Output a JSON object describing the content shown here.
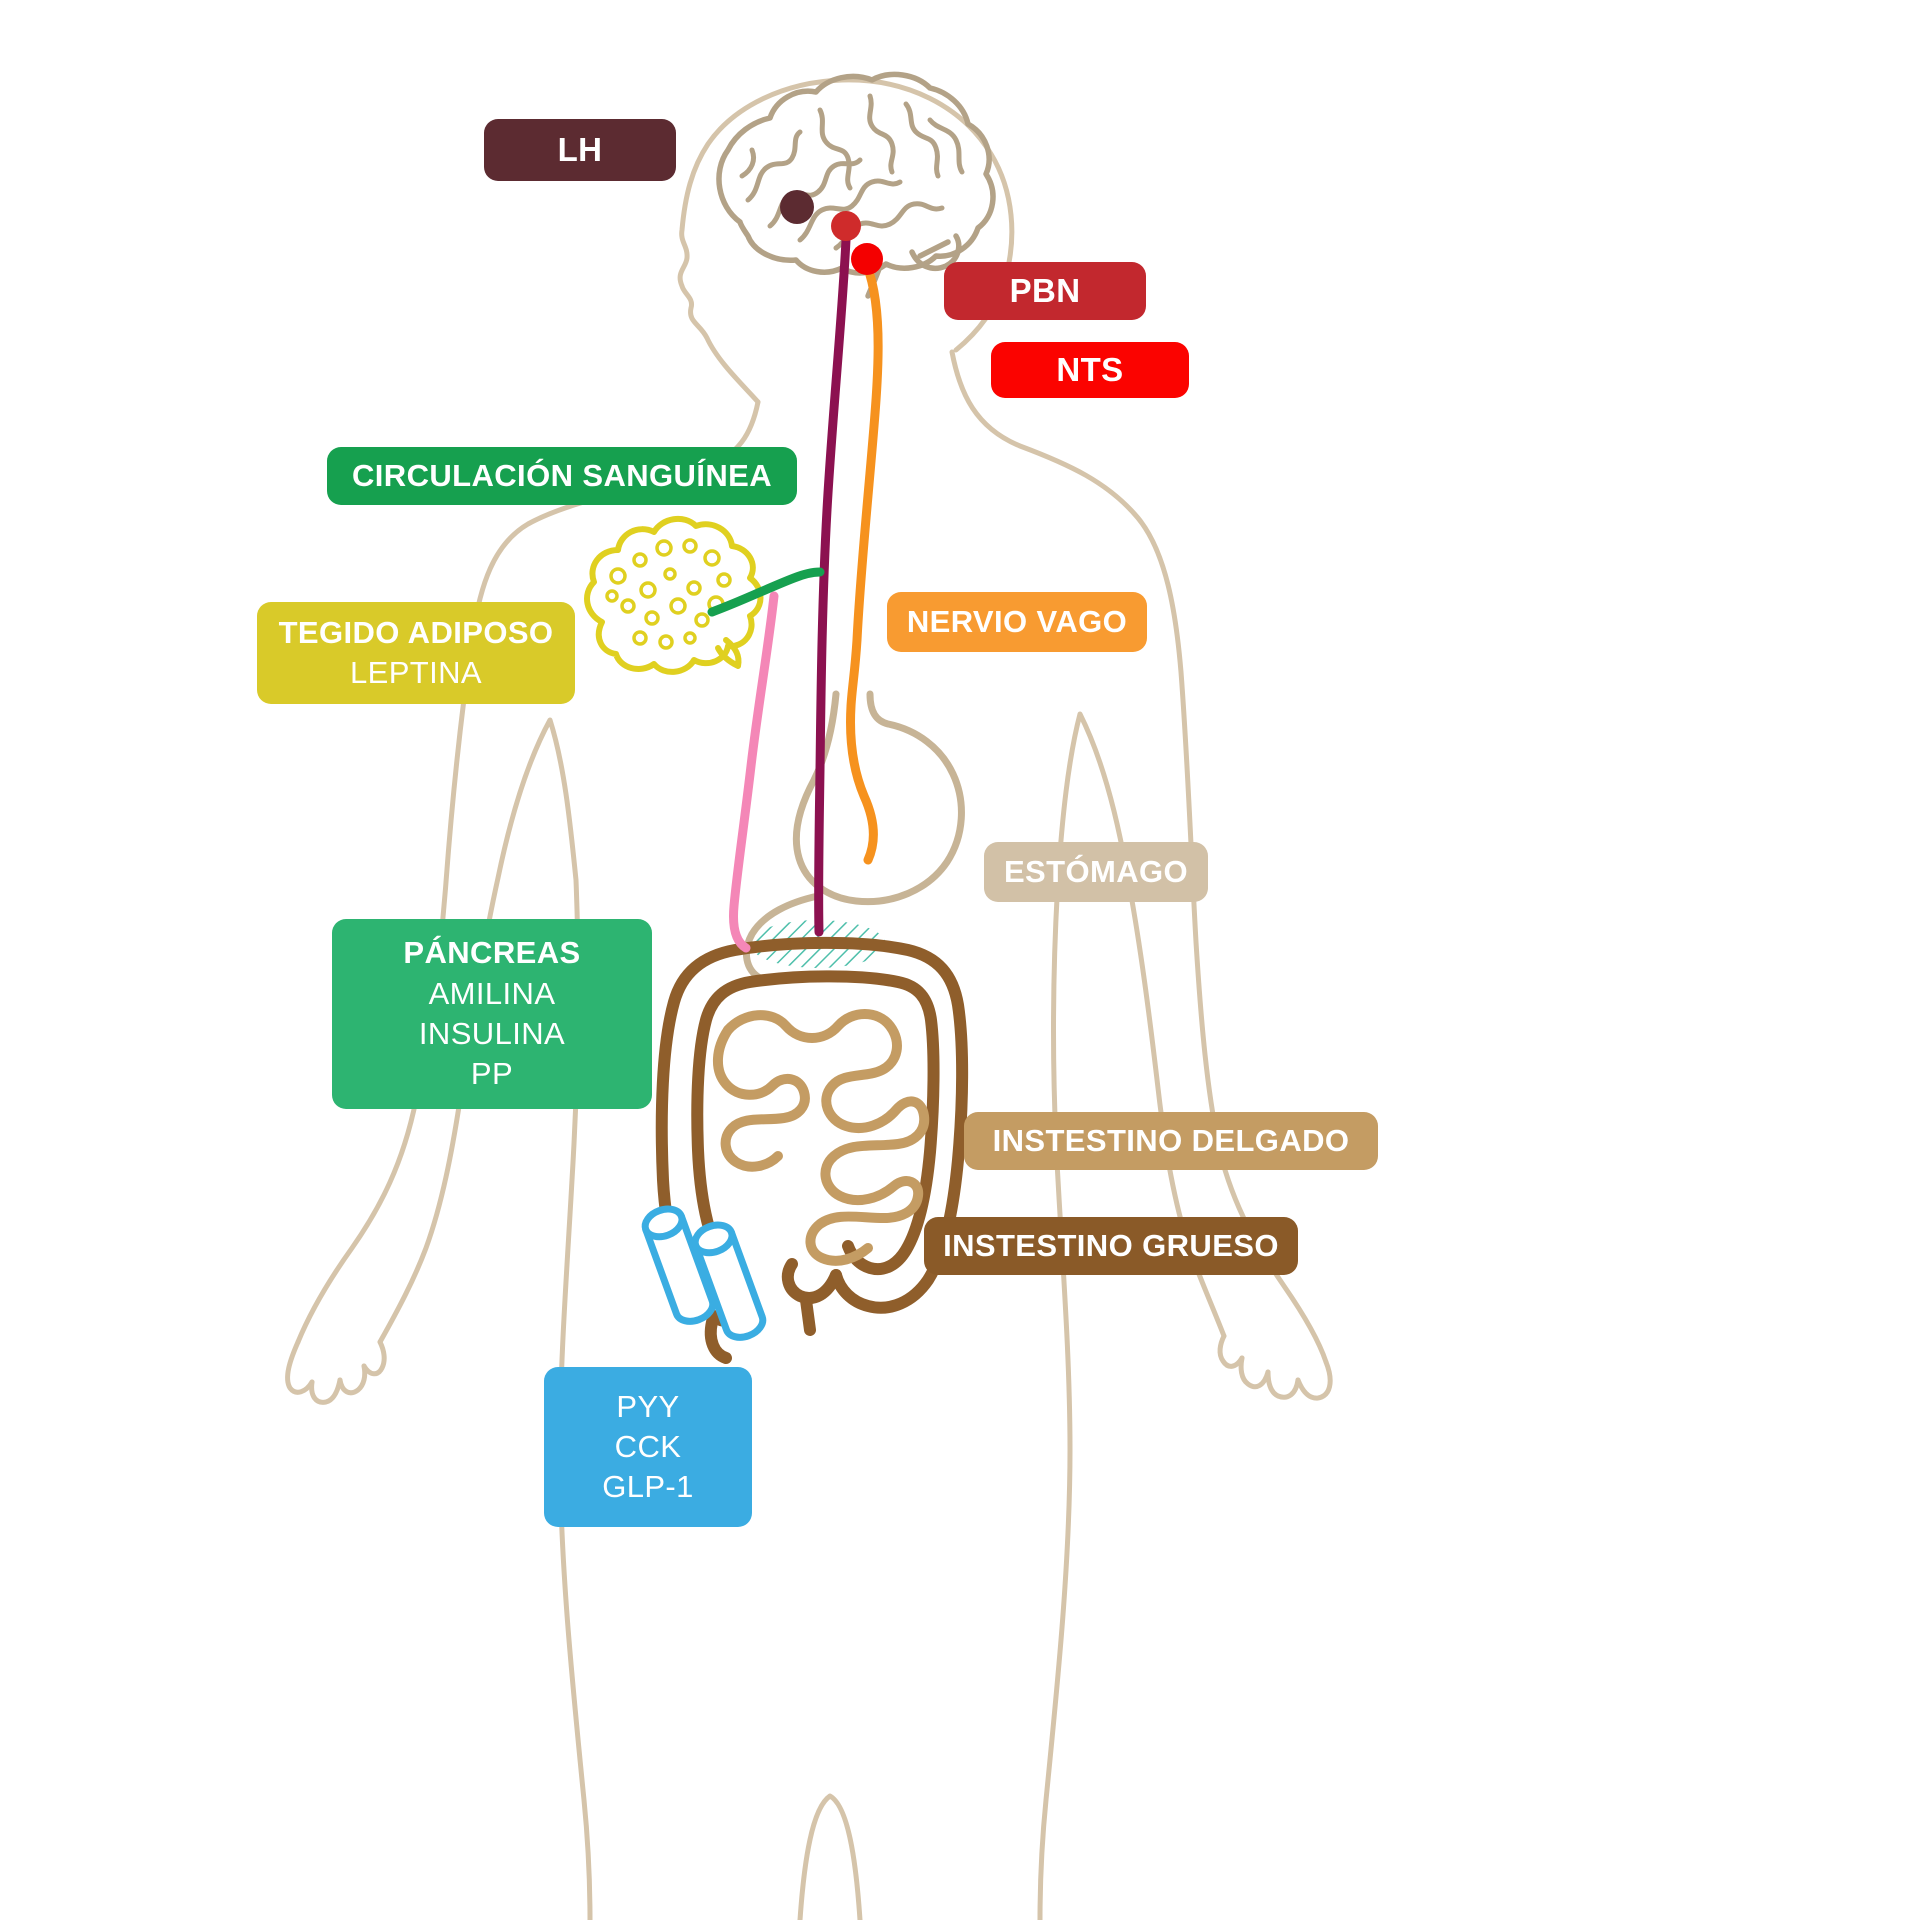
{
  "diagram": {
    "labels": {
      "lh": {
        "text": "LH",
        "bg": "#5c2b31"
      },
      "pbn": {
        "text": "PBN",
        "bg": "#c2282e"
      },
      "nts": {
        "text": "NTS",
        "bg": "#fb0300"
      },
      "circulacion_sanguinea": {
        "text": "CIRCULACIÓN SANGUÍNEA",
        "bg": "#16a04f"
      },
      "tegido_adiposo": {
        "title": "TEGIDO ADIPOSO",
        "subtitle": "LEPTINA",
        "bg": "#d9ca29"
      },
      "nervio_vago": {
        "text": "NERVIO VAGO",
        "bg": "#f89b31"
      },
      "estomago": {
        "text": "ESTÓMAGO",
        "bg": "#d2c1a7"
      },
      "pancreas": {
        "title": "PÁNCREAS",
        "items": [
          "AMILINA",
          "INSULINA",
          "PP"
        ],
        "bg": "#2db471"
      },
      "intestino_delgado": {
        "text": "INSTESTINO DELGADO",
        "bg": "#c49c63"
      },
      "intestino_grueso": {
        "text": "INSTESTINO GRUESO",
        "bg": "#8a5a28"
      },
      "hormonas_intestinales": {
        "items": [
          "PYY",
          "CCK",
          "GLP-1"
        ],
        "bg": "#3bace2"
      }
    },
    "brain_nuclei": {
      "lh_dot": "#5c2b31",
      "pbn_dot": "#cf2b2b",
      "nts_dot": "#f40000"
    },
    "pathways": {
      "nervio_vago_line": "#f6921e",
      "pbn_gut_line": "#8c1150",
      "hormonas_line": "#f487b7",
      "leptina_line": "#16a04f",
      "hormonas_tubos": "#3aade2"
    }
  }
}
